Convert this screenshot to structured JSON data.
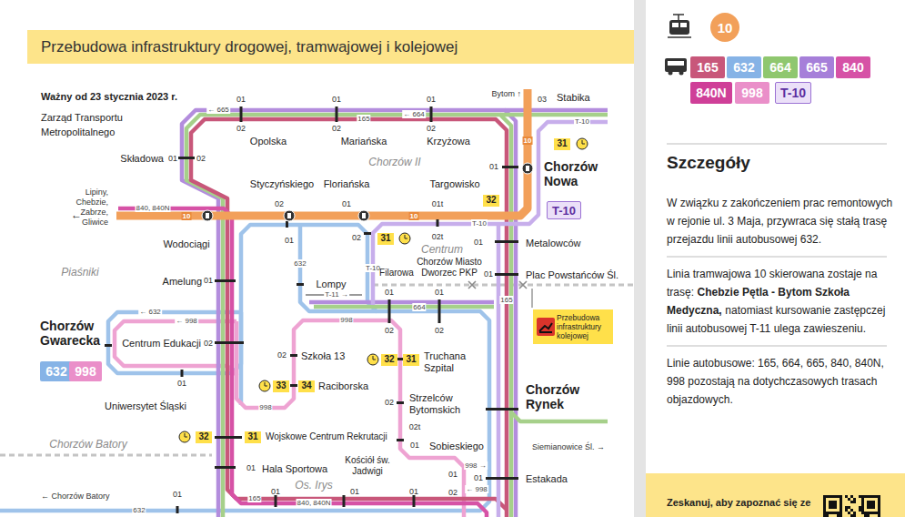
{
  "diagram": {
    "title": "Przebudowa infrastruktury drogowej, tramwajowej i kolejowej",
    "nodes": [
      {
        "text": [
          "10"
        ]
      },
      {
        "text": [
          "165"
        ]
      },
      {
        "text": [
          "632"
        ]
      },
      {
        "text": [
          "664"
        ]
      },
      {
        "text": [
          "665"
        ]
      },
      {
        "text": [
          "840"
        ]
      },
      {
        "text": [
          "840N"
        ]
      },
      {
        "text": [
          "998"
        ]
      },
      {
        "text": [
          "T-10"
        ]
      },
      {
        "text": [
          "31"
        ]
      },
      {
        "text": [
          "32"
        ]
      },
      {
        "text": [
          "T-10"
        ]
      },
      {
        "text": [
          "31"
        ]
      },
      {
        "text": [
          "Przebudowa infrastruktury kolejowej"
        ]
      },
      {
        "text": [
          "632"
        ]
      },
      {
        "text": [
          "998"
        ]
      },
      {
        "text": [
          "32"
        ]
      },
      {
        "text": [
          "31"
        ]
      },
      {
        "text": [
          "33"
        ]
      },
      {
        "text": [
          "34"
        ]
      },
      {
        "text": [
          "32"
        ]
      },
      {
        "text": [
          "31"
        ]
      }
    ],
    "labels": [
      "Ważny od 23 stycznia 2023 r.",
      "Zarząd Transportu Metropolitalnego",
      "01",
      "02",
      "Opolska",
      "01",
      "02",
      "Mariańska",
      "01",
      "02",
      "Krzyżowa",
      "Bytom ↑",
      "03",
      "Stabika",
      "← 665",
      "← 664",
      "165",
      "T-10",
      "Chorzów II",
      "Składowa",
      "01",
      "02",
      "01",
      "Chorzów Nowa",
      "Styczyńskiego",
      "02",
      "Floriańska",
      "01",
      "Targowisko",
      "01t",
      "Lipiny, Chebzie, Zabrze, Gliwice",
      "←",
      "840, 840N",
      "10",
      "10",
      "10",
      "T-10",
      "Wodociągi",
      "01",
      "02",
      "02t",
      "Centrum",
      "01",
      "Metalowców",
      "Piaśniki",
      "Amelung",
      "01",
      "632",
      "T-10",
      "Filarowa",
      "Chorzów Miasto Dworzec PKP",
      "01",
      "Plac Powstańców Śl.",
      "165",
      "Lompy",
      "T-11 →",
      "01",
      "01",
      "664",
      "02",
      "02",
      "998",
      "Chorzów Gwarecka",
      "← 632",
      "← 998",
      "Centrum Edukacji",
      "02",
      "02",
      "Szkoła 13",
      "Truchana Szpital",
      "01",
      "Uniwersytet Śląski",
      "Raciborska",
      "02",
      "Strzelców Bytomskich",
      "Chorzów Rynek",
      "998",
      "Chorzów Batory",
      "Wojskowe Centrum Rekrutacji",
      "02t",
      "01",
      "Sobieskiego",
      "Siemianowice Śl. →",
      "01",
      "Hala Sportowa",
      "Kościół św. Jadwigi",
      "01",
      "998 →",
      "02",
      "← 998",
      "01",
      "Estakada",
      "Os. Irys",
      "← Chorzów Batory",
      "01",
      "632",
      "01",
      "165",
      "840, 840N",
      "01",
      "01",
      "Szczegóły",
      "W związku z zakończeniem prac remontowych w rejonie ul. 3 Maja, przywraca się stałą trasę przejazdu linii autobusowej 632.",
      "Linia tramwajowa 10 skierowana zostaje na trasę:",
      "Chebzie Pętla - Bytom Szkoła Medyczna,",
      "natomiast kursowanie zastępczej linii autobusowej T-11 ulega zawieszeniu.",
      "Linie autobusowe: 165, 664, 665, 840, 840N, 998 pozostają na dotychczasowych trasach objazdowych.",
      "Zeskanuj, aby zapoznać się ze"
    ]
  }
}
